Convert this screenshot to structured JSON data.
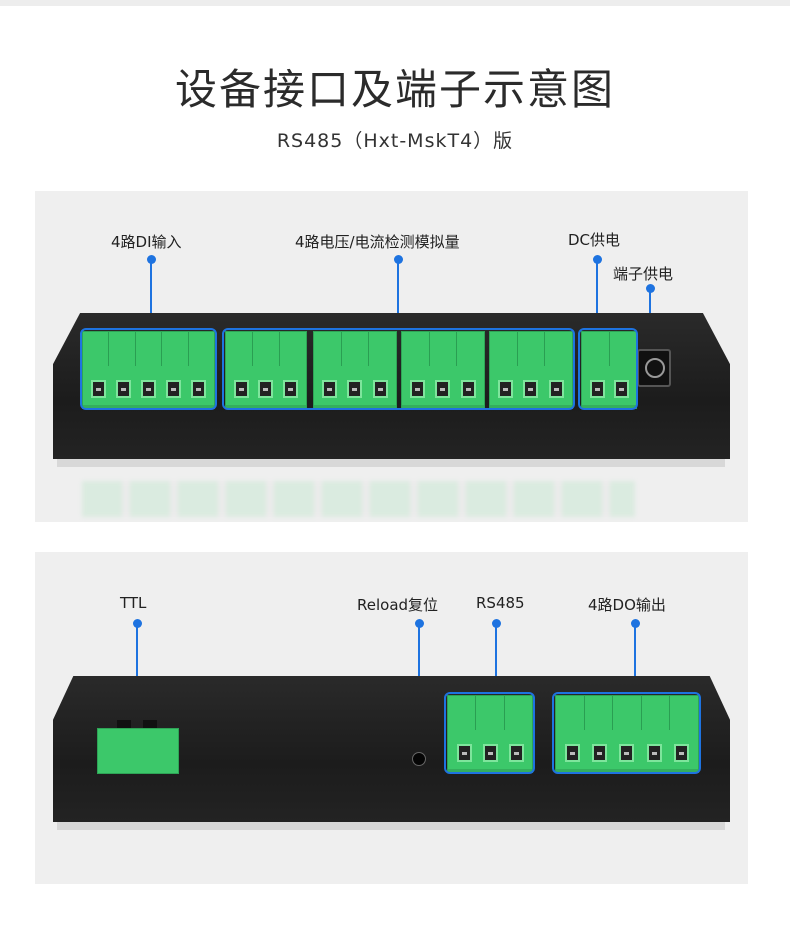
{
  "title": "设备接口及端子示意图",
  "subtitle": "RS485（Hxt-MskT4）版",
  "front_panel": {
    "labels": {
      "di": "4路DI输入",
      "analog": "4路电压/电流检测模拟量",
      "dc_power": "DC供电",
      "terminal_power": "端子供电"
    }
  },
  "back_panel": {
    "labels": {
      "ttl": "TTL",
      "reload": "Reload复位",
      "rs485": "RS485",
      "do": "4路DO输出"
    }
  },
  "colors": {
    "accent": "#1e73e0",
    "terminal_green": "#3cc86a",
    "device_body": "#1f1f1f",
    "panel_bg": "#efefef"
  }
}
